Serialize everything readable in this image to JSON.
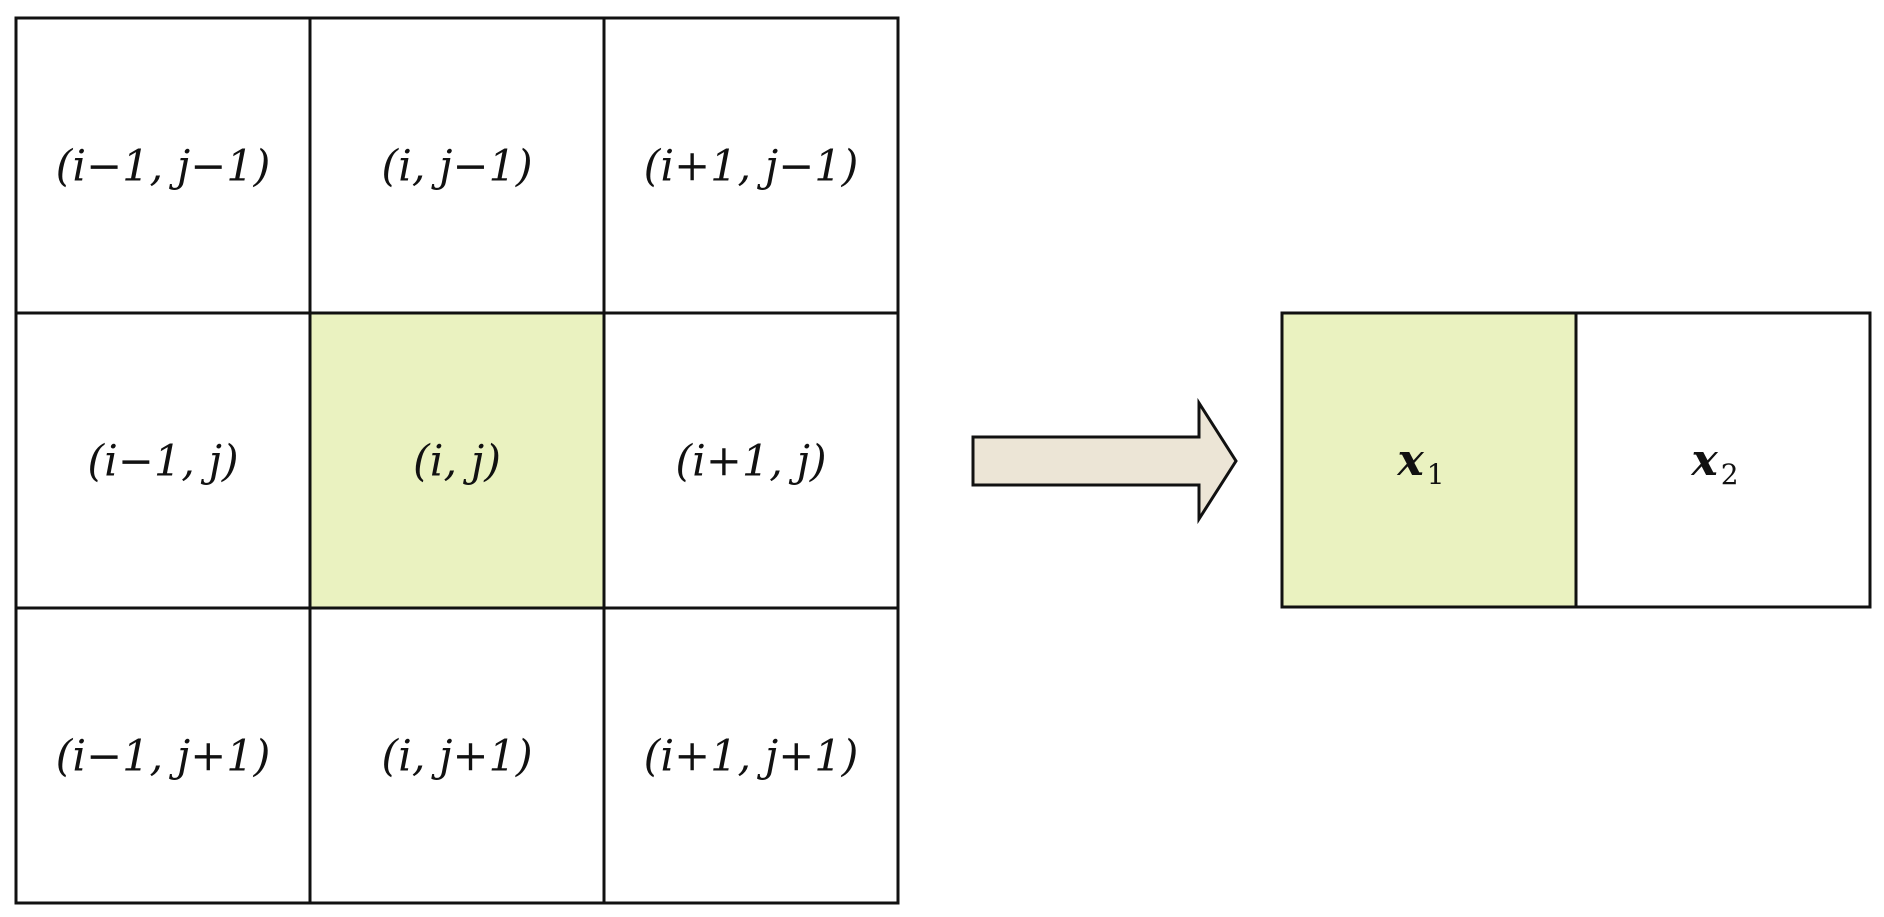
{
  "colors": {
    "highlight": "#EAF2C0",
    "cell_fill": "#FFFFFF",
    "border": "#111111",
    "arrow_fill": "#ECE5D6",
    "arrow_stroke": "#111111"
  },
  "grid": {
    "rows": [
      [
        "(i−1, j−1)",
        "(i, j−1)",
        "(i+1, j−1)"
      ],
      [
        "(i−1, j)",
        "(i, j)",
        "(i+1, j)"
      ],
      [
        "(i−1, j+1)",
        "(i, j+1)",
        "(i+1, j+1)"
      ]
    ],
    "highlighted_cell": [
      1,
      1
    ]
  },
  "arrow": {
    "icon": "right-arrow-icon"
  },
  "output": {
    "cells": [
      {
        "symbol": "x",
        "subscript": "1",
        "highlighted": true
      },
      {
        "symbol": "x",
        "subscript": "2",
        "highlighted": false
      }
    ]
  }
}
